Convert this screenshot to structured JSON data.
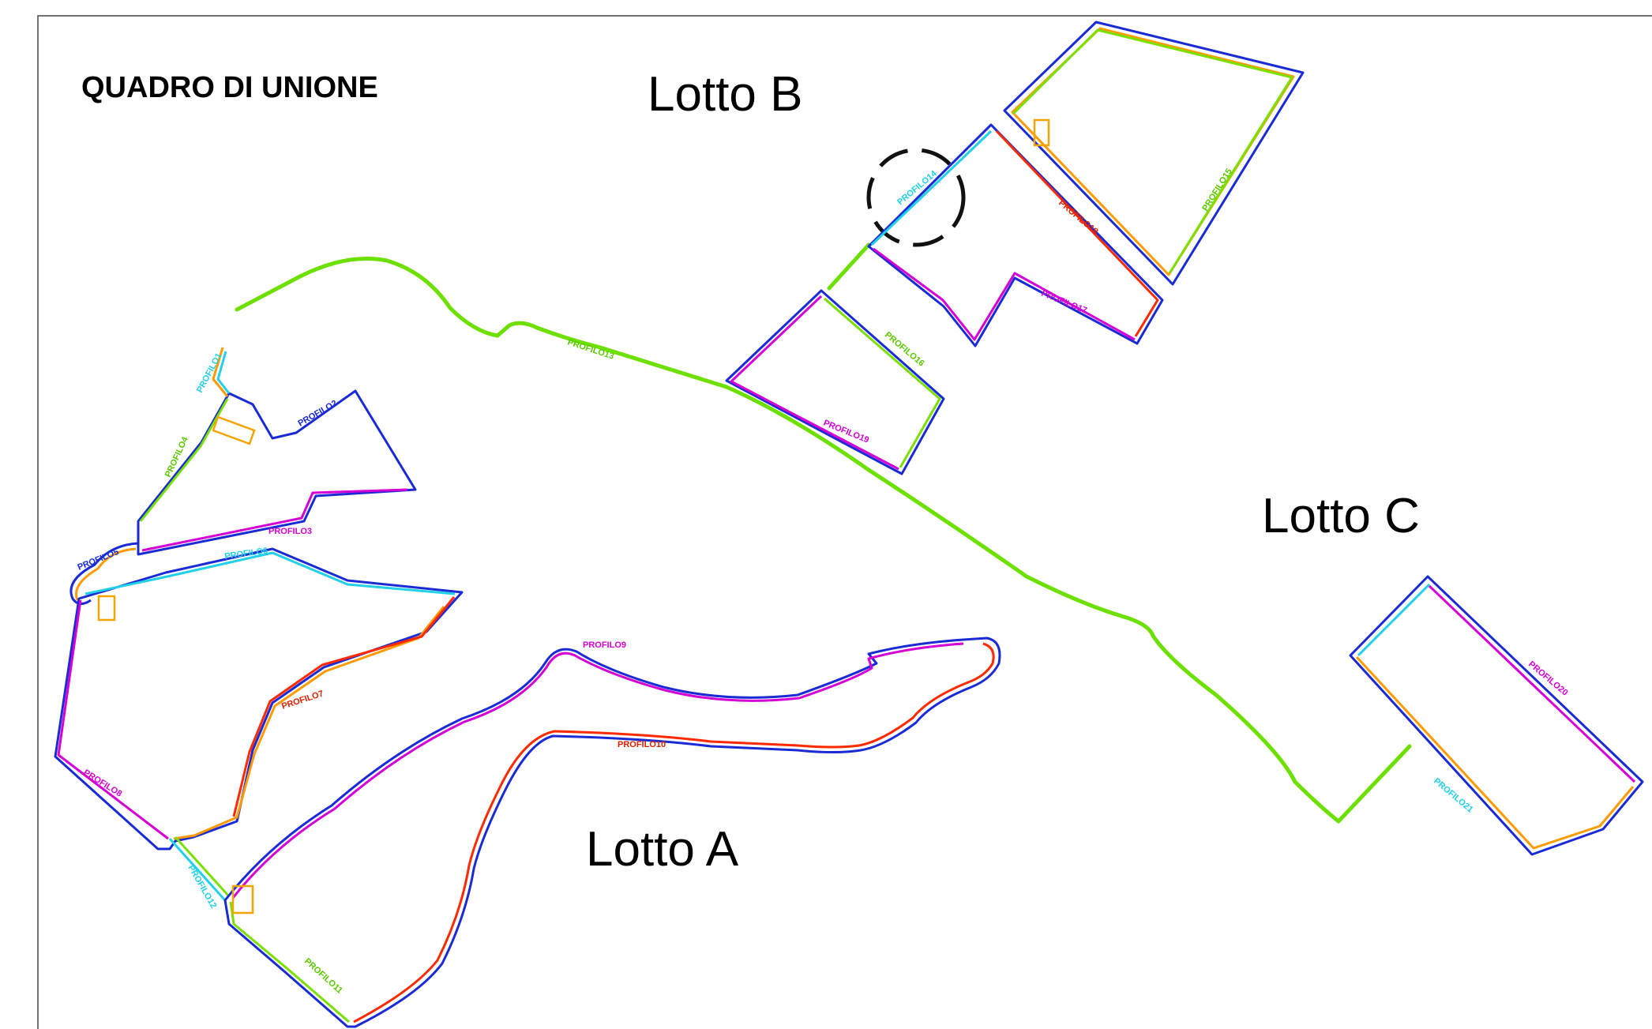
{
  "title": "QUADRO DI UNIONE",
  "lots": {
    "a": "Lotto A",
    "b": "Lotto B",
    "c": "Lotto C"
  },
  "profiles": {
    "p1": "PROFILO1",
    "p2": "PROFILO2",
    "p3": "PROFILO3",
    "p4": "PROFILO4",
    "p5": "PROFILO5",
    "p6": "PROFILO6",
    "p7": "PROFILO7",
    "p8": "PROFILO8",
    "p9": "PROFILO9",
    "p10": "PROFILO10",
    "p11": "PROFILO11",
    "p12": "PROFILO12",
    "p13": "PROFILO13",
    "p14": "PROFILO14",
    "p15": "PROFILO15",
    "p16": "PROFILO16",
    "p17": "PROFILO17",
    "p18": "PROFILO18",
    "p19": "PROFILO19",
    "p20": "PROFILO20",
    "p21": "PROFILO21"
  },
  "colors": {
    "blue": "#1a2bd6",
    "magenta": "#d400d4",
    "orange": "#ff9a00",
    "green": "#7be000",
    "cyan": "#22d0e8",
    "red": "#ff2a00"
  }
}
